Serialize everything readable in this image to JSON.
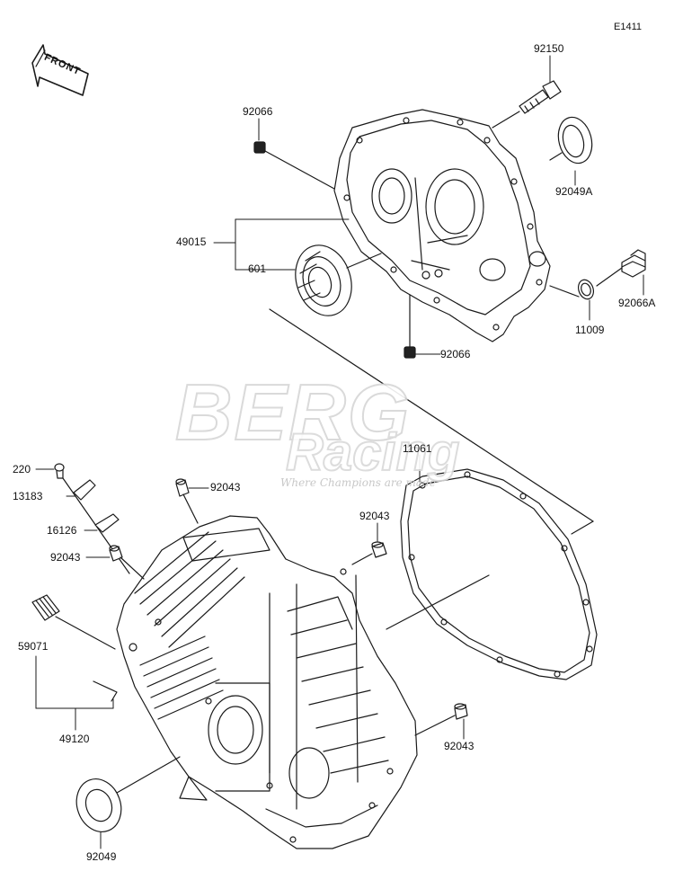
{
  "diagram": {
    "code": "E1411",
    "front_label": "FRONT",
    "watermark": {
      "brand": "BERG",
      "script": "Racing",
      "tagline": "Where Champions are made"
    },
    "part_numbers": {
      "p92150": "92150",
      "p92066_top": "92066",
      "p92049A": "92049A",
      "p49015": "49015",
      "p601": "601",
      "p92066A": "92066A",
      "p11009": "11009",
      "p92066_bottom": "92066",
      "p11061": "11061",
      "p220": "220",
      "p13183": "13183",
      "p92043_top": "92043",
      "p16126": "16126",
      "p92043_mid_right": "92043",
      "p92043_left": "92043",
      "p59071": "59071",
      "p49120": "49120",
      "p92043_right": "92043",
      "p92049": "92049"
    }
  }
}
